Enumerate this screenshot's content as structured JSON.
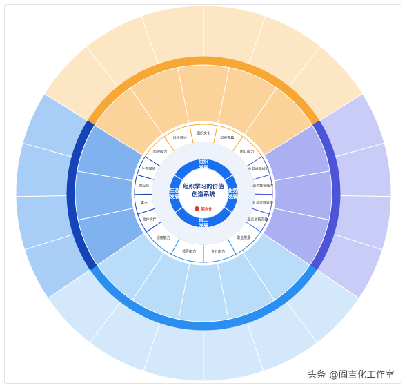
{
  "center": {
    "title": "组织学习的价值创造系统",
    "logo_text": "阁吉化"
  },
  "sectors": {
    "top": {
      "label": "组织发展",
      "items": [
        "组织能力",
        "组织设计",
        "组织文化",
        "组织变革",
        "团队能力"
      ]
    },
    "right": {
      "label": "业务发展",
      "items": [
        "业务战略规划",
        "业务经营能力",
        "业务流程管理",
        "业务创新突破"
      ]
    },
    "bottom": {
      "label": "员工发展",
      "items": [
        "职业发展",
        "专业能力",
        "领导能力",
        "通用能力"
      ]
    },
    "left": {
      "label": "生态发展",
      "items": [
        "合作伙伴",
        "客户",
        "供应商",
        "生态网络"
      ]
    }
  },
  "watermark": "头条 @阎吉化工作室",
  "colors": {
    "top_outer": "#fde6c4",
    "top_band": "#f7a733",
    "right_outer": "#c9ccf7",
    "right_band": "#4e54d8",
    "bottom_outer": "#d3e9fb",
    "bottom_band": "#2a8ff0",
    "left_outer": "#a8cdf6",
    "left_band": "#1544b8",
    "hub": "#1a6ef0",
    "hub_inner": "#ffffff"
  }
}
